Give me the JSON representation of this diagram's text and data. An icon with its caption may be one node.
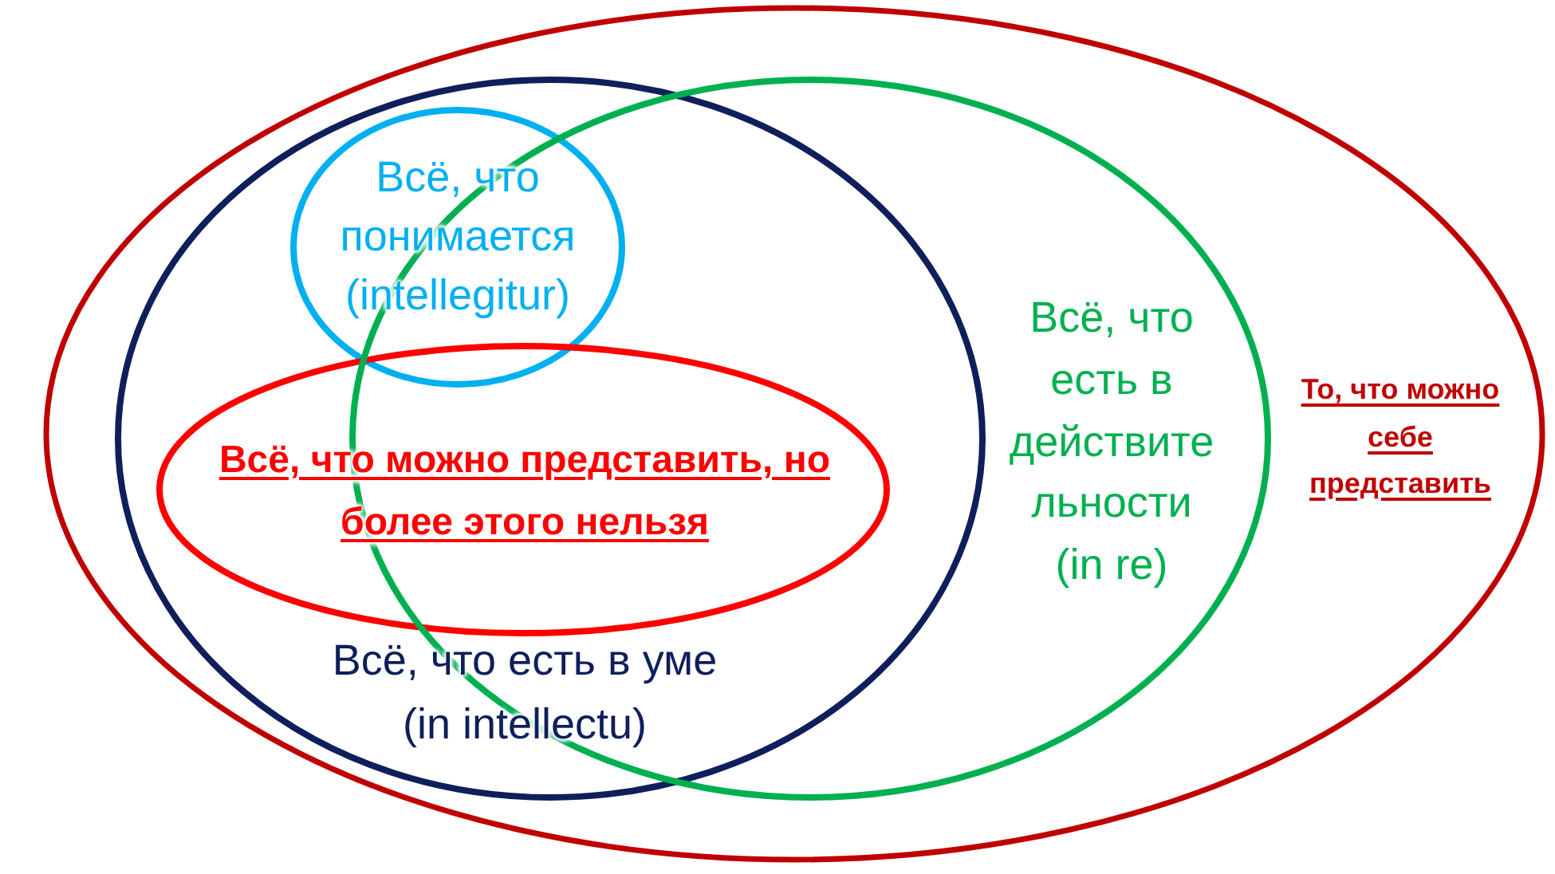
{
  "diagram": {
    "nodes": [
      {
        "text": [
          "То, что можно себе представить"
        ]
      },
      {
        "text": [
          "Всё, что есть в уме (in intellectu)"
        ],
        "in": 0
      },
      {
        "text": [
          "Всё, что понимается (intellegitur)"
        ],
        "in": 1
      },
      {
        "text": [
          "Всё, что можно представить, но более этого нельзя"
        ],
        "in": 1
      },
      {
        "text": [
          "Всё, что есть в действительности (in re)"
        ],
        "in": 0
      }
    ]
  }
}
